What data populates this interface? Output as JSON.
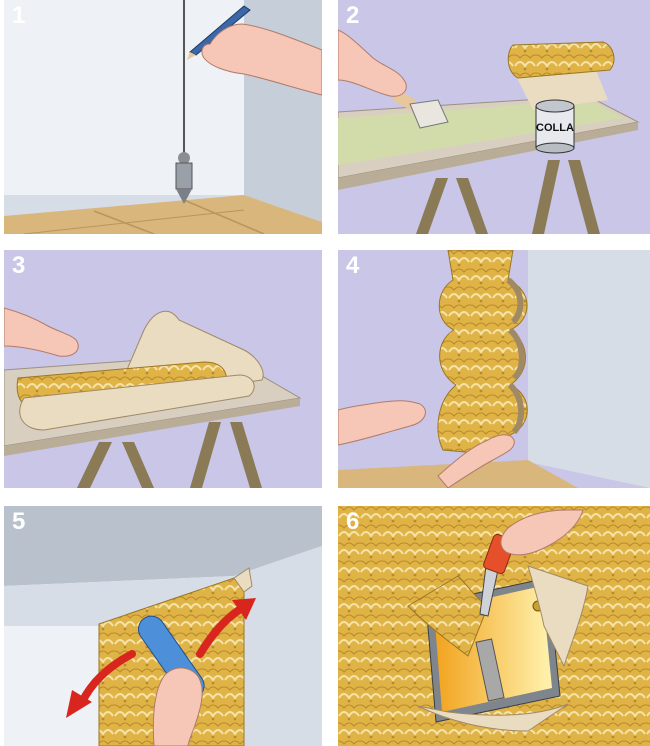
{
  "steps": [
    {
      "number": "1"
    },
    {
      "number": "2",
      "can_label": "COLLA"
    },
    {
      "number": "3"
    },
    {
      "number": "4"
    },
    {
      "number": "5"
    },
    {
      "number": "6"
    }
  ],
  "colors": {
    "wall_gray": "#d6dde6",
    "wall_lilac": "#c9c6e8",
    "paper_gold": "#e0b347",
    "paper_back": "#e9dcc0",
    "floor_tan": "#d9b77c",
    "table_top": "#d8cfc0",
    "trestle": "#8a7a55",
    "skin": "#f6c6b6",
    "arrow_red": "#d8261e",
    "roller_blue": "#4d8fd8",
    "light_yellow": "#f7d341"
  },
  "icons": [
    "pencil-icon",
    "plumb-bob-icon",
    "brush-icon",
    "glue-can-icon",
    "roller-icon",
    "cutter-icon",
    "red-arrow-icon"
  ]
}
